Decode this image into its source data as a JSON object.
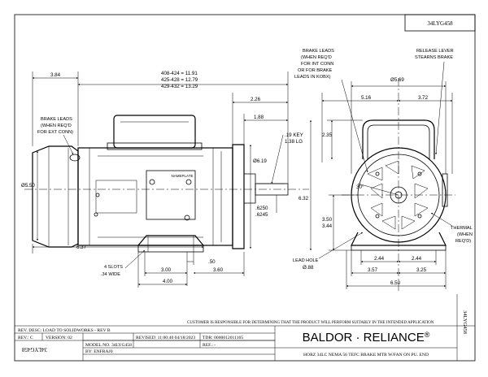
{
  "sheet": {
    "part_number": "34LYG458",
    "side_part_number": "34LYG458",
    "bottom_part_number": "34LYG458"
  },
  "dims": {
    "d384": "3.84",
    "ov1": "408-424 = 11.91",
    "ov2": "425-428 = 12.79",
    "ov3": "429-432 = 13.29",
    "d226": "2.26",
    "d188": "1.88",
    "key1": ".19 KEY",
    "key2": "1.38 LG",
    "d619": "Ø6.19",
    "d550": "Ø5.50",
    "shaft1": ".6250",
    "shaft2": ".6245",
    "d637": "6.37",
    "d300": "3.00",
    "d50": ".50",
    "d360": "3.60",
    "d400": "4.00",
    "d569": "Ø5.69",
    "d516": "5.16",
    "d372": "3.72",
    "d235": "2.35",
    "d632": "6.32",
    "d30": "30°",
    "d350": "3.50",
    "d344": "3.44",
    "d244a": "2.44",
    "d244b": "2.44",
    "d357": "3.57",
    "d325": "3.25",
    "d650": "6.50",
    "d88": "Ø.88"
  },
  "labels": {
    "brake_ext": [
      "BRAKE LEADS",
      "(WHEN REQ'D",
      "FOR EXT CONN)"
    ],
    "brake_int": [
      "BRAKE LEADS",
      "(WHEN REQ'D",
      "FOR INT CONN",
      "OR FOR BRAKE",
      "LEADS IN KOBX)"
    ],
    "release": [
      "RELEASE LEVER",
      "STEARNS BRAKE"
    ],
    "thermal": [
      "THERMAL",
      "(WHEN",
      "REQ'D)"
    ],
    "slots": [
      "4 SLOTS",
      ".34 WIDE"
    ],
    "lead_hole": "LEAD HOLE",
    "nameplate": "NAMEPLATE"
  },
  "title_block": {
    "disclaimer": "CUSTOMER IS RESPONSIBLE FOR DETERMINING THAT THE PRODUCT WILL PERFORM SUITABLY IN THE INTENDED APPLICATION",
    "rev_desc": "REV. DESC: LOAD TO SOLIDWORKS - REV B",
    "rev": "REV.: C",
    "version": "VERSION: 02",
    "model": "MODEL NO. 34LYG458",
    "by": "BY:    ENFRAJ0",
    "revised": "REVISED: 11:00:40 04/18/2023",
    "tdr": "TDR: 0000012011165",
    "ref": "REF.:  -",
    "brand": "BALDOR · RELIANCE",
    "brand_mark": "®",
    "description": "HORZ 34LC NEMA 56 TEFC BRAKE MTR W/FAN ON PU. END"
  }
}
